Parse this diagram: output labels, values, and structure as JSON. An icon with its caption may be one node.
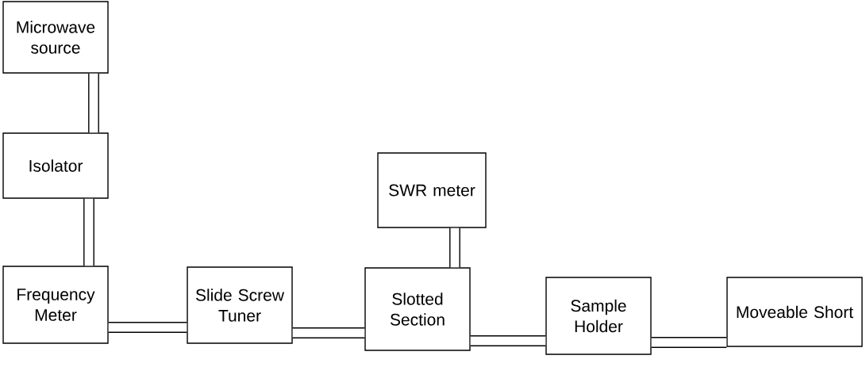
{
  "diagram": {
    "nodes": [
      {
        "text": [
          "Microwave source"
        ]
      },
      {
        "text": [
          "Isolator"
        ]
      },
      {
        "text": [
          "SWR meter"
        ]
      },
      {
        "text": [
          "Frequency Meter"
        ]
      },
      {
        "text": [
          "Slide Screw Tuner"
        ]
      },
      {
        "text": [
          "Slotted Section"
        ]
      },
      {
        "text": [
          "Sample Holder"
        ]
      },
      {
        "text": [
          "Moveable Short"
        ]
      }
    ],
    "edges": [
      {
        "from": 0,
        "to": 1,
        "arrow": "none"
      },
      {
        "from": 1,
        "to": 3,
        "arrow": "none"
      },
      {
        "from": 2,
        "to": 5,
        "arrow": "none"
      },
      {
        "from": 3,
        "to": 4,
        "arrow": "none"
      },
      {
        "from": 4,
        "to": 5,
        "arrow": "none"
      },
      {
        "from": 5,
        "to": 6,
        "arrow": "none"
      },
      {
        "from": 6,
        "to": 7,
        "arrow": "none"
      }
    ]
  }
}
